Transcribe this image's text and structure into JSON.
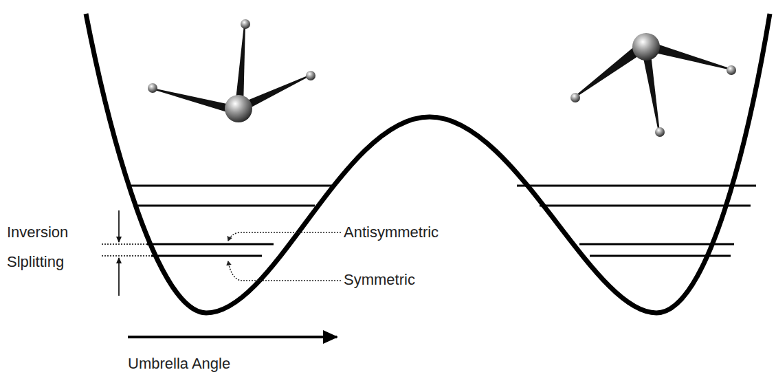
{
  "diagram": {
    "labels": [
      "Inversion Slplitting",
      "Antisymmetric",
      "Symmetric",
      "Umbrella Angle"
    ]
  }
}
